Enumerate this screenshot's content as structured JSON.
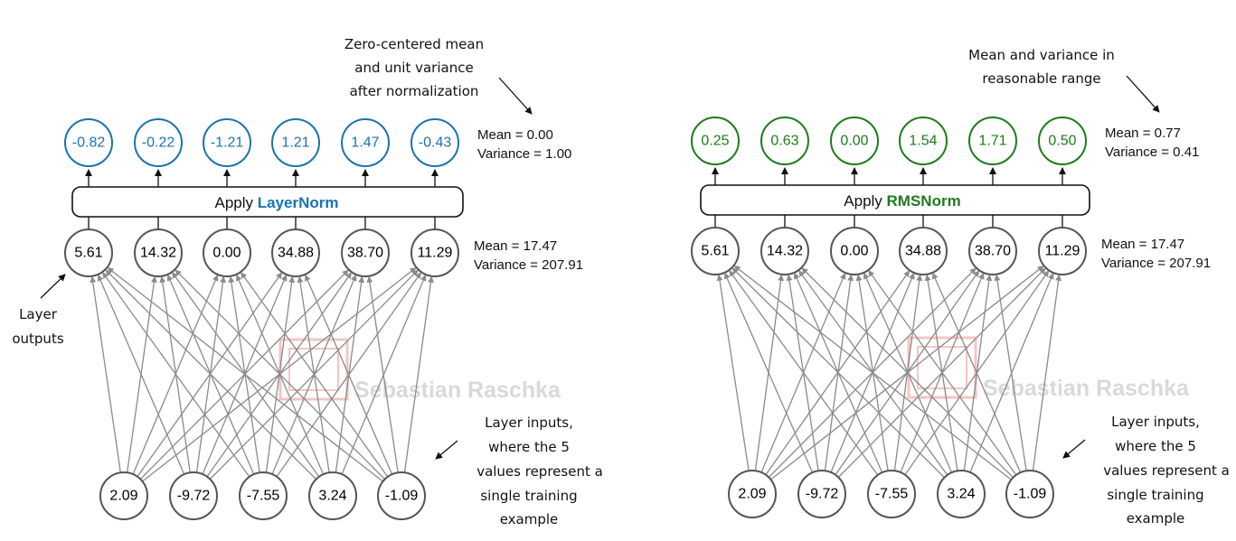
{
  "watermark": "Sebastian Raschka",
  "colors": {
    "layernorm": "#1a73b0",
    "rmsnorm": "#1e7b1e",
    "node_stroke": "#555555",
    "connection": "#8a8a8a",
    "watermark": "#d9d9d9"
  },
  "panels": [
    {
      "id": "layernorm",
      "apply_prefix": "Apply ",
      "apply_method": "LayerNorm",
      "output_values": [
        "-0.82",
        "-0.22",
        "-1.21",
        "1.21",
        "1.47",
        "-0.43"
      ],
      "output_stats": [
        "Mean = 0.00",
        "Variance = 1.00"
      ],
      "hidden_values": [
        "5.61",
        "14.32",
        "0.00",
        "34.88",
        "38.70",
        "11.29"
      ],
      "hidden_stats": [
        "Mean = 17.47",
        "Variance = 207.91"
      ],
      "input_values": [
        "2.09",
        "-9.72",
        "-7.55",
        "3.24",
        "-1.09"
      ],
      "top_note": [
        "Zero-centered mean",
        "and unit variance",
        "after normalization"
      ],
      "layer_outputs_note": [
        "Layer",
        "outputs"
      ],
      "inputs_note": [
        "Layer inputs,",
        "where the 5",
        "values represent a",
        "single training",
        "example"
      ]
    },
    {
      "id": "rmsnorm",
      "apply_prefix": "Apply ",
      "apply_method": "RMSNorm",
      "output_values": [
        "0.25",
        "0.63",
        "0.00",
        "1.54",
        "1.71",
        "0.50"
      ],
      "output_stats": [
        "Mean = 0.77",
        "Variance = 0.41"
      ],
      "hidden_values": [
        "5.61",
        "14.32",
        "0.00",
        "34.88",
        "38.70",
        "11.29"
      ],
      "hidden_stats": [
        "Mean = 17.47",
        "Variance = 207.91"
      ],
      "input_values": [
        "2.09",
        "-9.72",
        "-7.55",
        "3.24",
        "-1.09"
      ],
      "top_note": [
        "Mean and variance in",
        "reasonable range"
      ],
      "layer_outputs_note": [],
      "inputs_note": [
        "Layer inputs,",
        "where the 5",
        "values represent a",
        "single training",
        "example"
      ]
    }
  ]
}
